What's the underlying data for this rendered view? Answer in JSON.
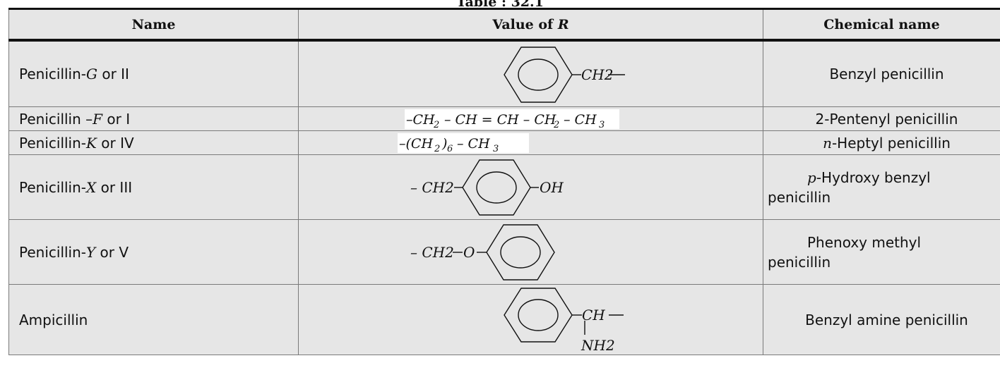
{
  "caption": "Table : 32.1",
  "headers": {
    "name": "Name",
    "value_prefix": "Value of ",
    "value_var": "R",
    "chemical": "Chemical name"
  },
  "rows": [
    {
      "name_prefix": "Penicillin-",
      "name_var": "G",
      "name_suffix": " or II",
      "r_value": "benzene ring – CH2 —",
      "r_label": "CH2",
      "chemical": "Benzyl penicillin"
    },
    {
      "name_prefix": "Penicillin –",
      "name_var": "F",
      "name_suffix": " or I",
      "r_value": "–CH2 – CH = CH – CH2 – CH3",
      "chemical": "2-Pentenyl penicillin"
    },
    {
      "name_prefix": "Penicillin-",
      "name_var": "K",
      "name_suffix": " or IV",
      "r_value": "–(CH2)6 – CH3",
      "chemical_var": "n",
      "chemical_suffix": "-Heptyl penicillin"
    },
    {
      "name_prefix": "Penicillin-",
      "name_var": "X",
      "name_suffix": " or III",
      "r_value": "– CH2 – benzene ring – OH",
      "r_label_left": "– CH2",
      "r_label_right": "OH",
      "chemical_var": "p",
      "chemical_line1": "-Hydroxy benzyl",
      "chemical_line2": "penicillin"
    },
    {
      "name_prefix": "Penicillin-",
      "name_var": "Y",
      "name_suffix": " or V",
      "r_value": "– CH2 – O – benzene ring",
      "r_label_left": "– CH2",
      "r_label_o": "O",
      "chemical_line1": "Phenoxy methyl",
      "chemical_line2": "penicillin"
    },
    {
      "name": "Ampicillin",
      "r_value": "benzene ring – CH(NH2) —",
      "r_label_ch": "CH",
      "r_label_nh2": "NH2",
      "chemical": "Benzyl amine penicillin"
    }
  ]
}
